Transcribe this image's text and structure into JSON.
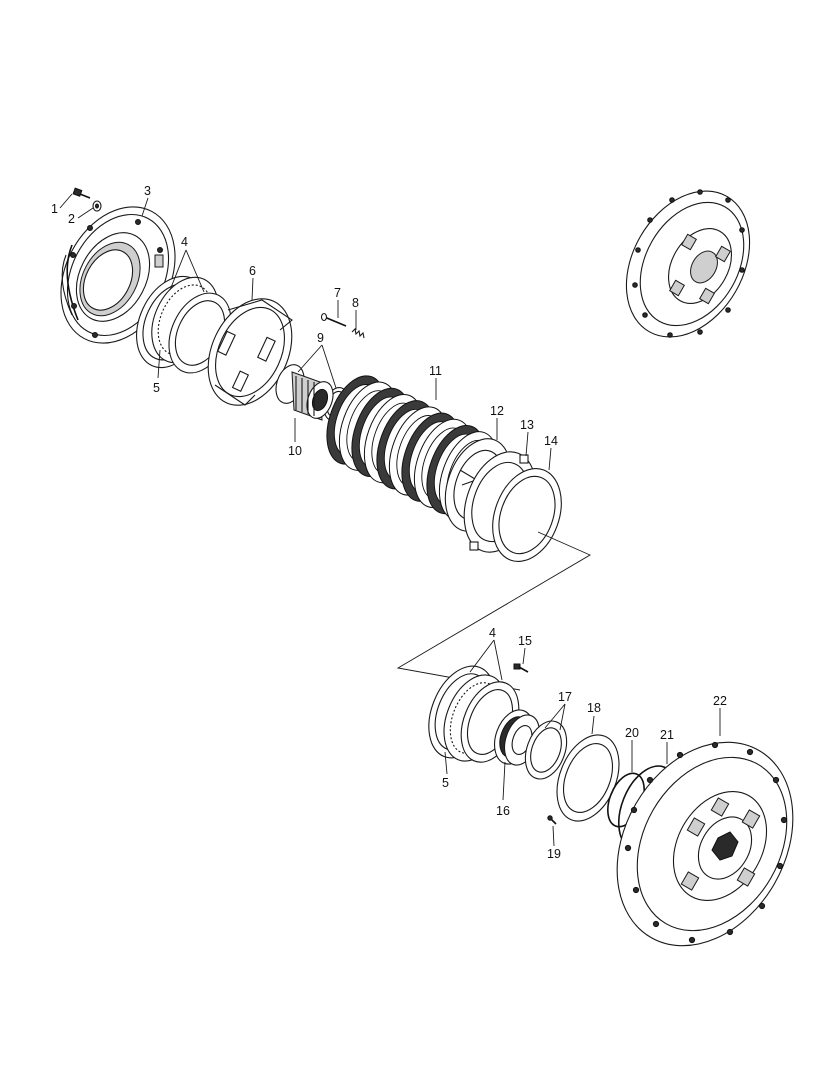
{
  "diagram": {
    "callouts": {
      "c1": "1",
      "c2": "2",
      "c3": "3",
      "c4a": "4",
      "c5a": "5",
      "c6": "6",
      "c7": "7",
      "c8": "8",
      "c9": "9",
      "c10": "10",
      "c11": "11",
      "c12": "12",
      "c13": "13",
      "c14": "14",
      "c4b": "4",
      "c15": "15",
      "c5b": "5",
      "c16": "16",
      "c17": "17",
      "c18": "18",
      "c19": "19",
      "c20": "20",
      "c21": "21",
      "c22": "22"
    }
  }
}
